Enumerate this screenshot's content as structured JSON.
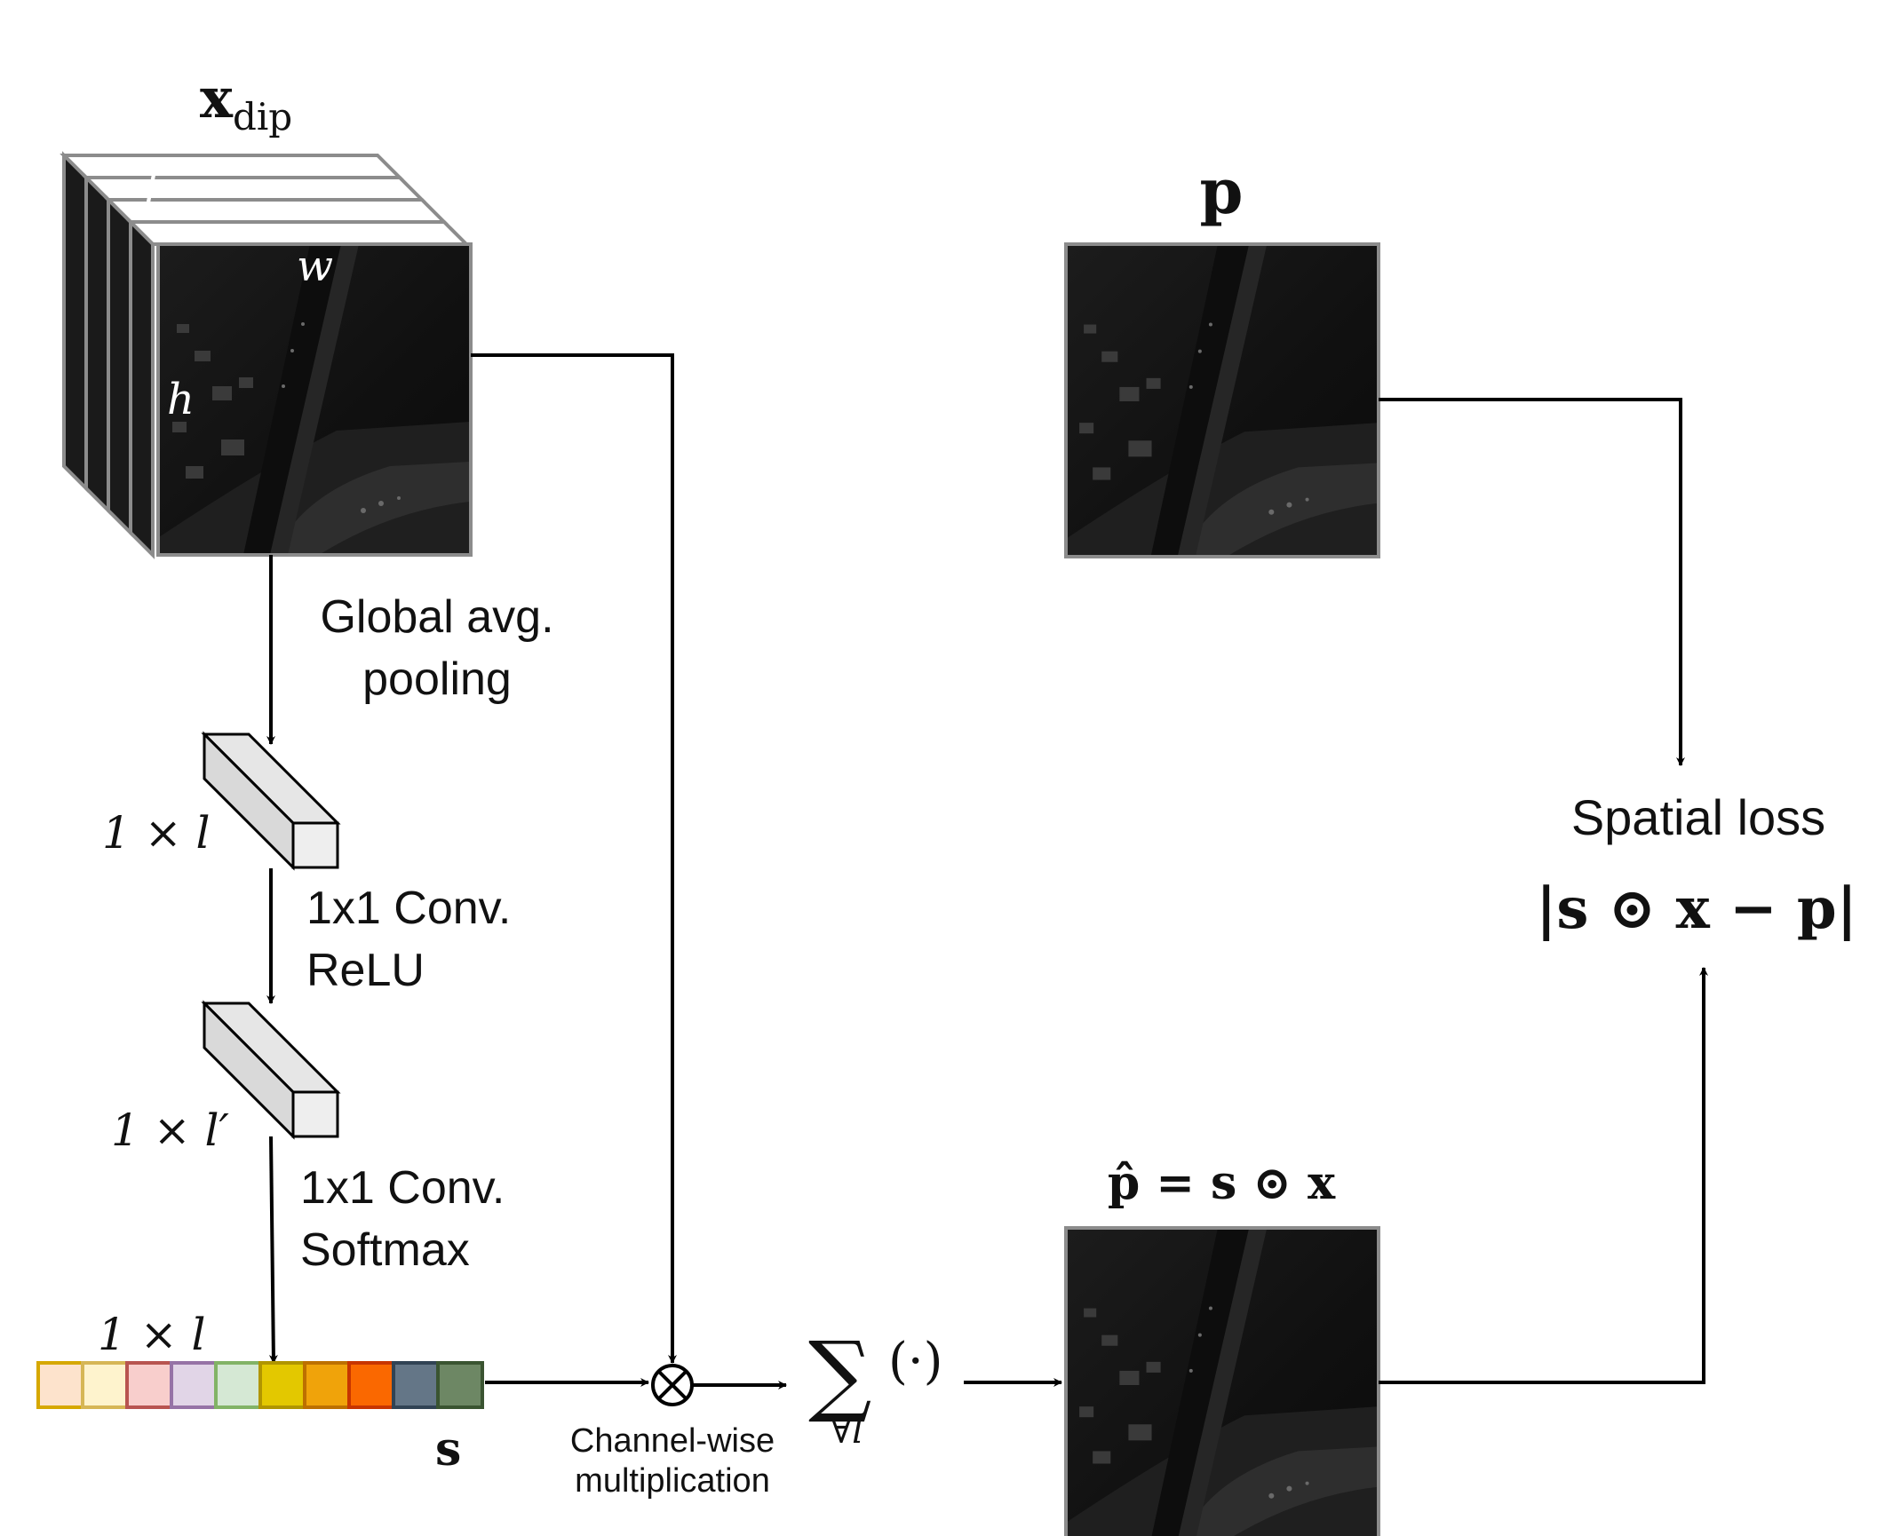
{
  "labels": {
    "xdip_main": "x",
    "xdip_sub": "dip",
    "dim_l": "l",
    "dim_w": "w",
    "dim_h": "h",
    "p": "p",
    "gap_line1": "Global avg.",
    "gap_line2": "pooling",
    "vec1_dim": "1 × l",
    "conv1_line1": "1x1 Conv.",
    "conv1_line2": "ReLU",
    "vec2_dim": "1 × l′",
    "conv2_line1": "1x1 Conv.",
    "conv2_line2": "Softmax",
    "weights_dim": "1 × l",
    "weights_s": "s",
    "mult_symbol": "⊗",
    "mult_line1": "Channel-wise",
    "mult_line2": "multiplication",
    "sum_symbol": "∑",
    "sum_arg": "(·)",
    "sum_sub": "∀l",
    "phat_formula": "p̂ = s ⊙ x",
    "loss_title": "Spatial loss",
    "loss_formula": "|s ⊙ x − p|"
  },
  "weight_cells": [
    {
      "fill": "#fde3cc",
      "stroke": "#d6a800"
    },
    {
      "fill": "#fef3cd",
      "stroke": "#d6b656"
    },
    {
      "fill": "#f8cecc",
      "stroke": "#b85450"
    },
    {
      "fill": "#e1d5e7",
      "stroke": "#9673a6"
    },
    {
      "fill": "#d5e8d4",
      "stroke": "#82b366"
    },
    {
      "fill": "#e3c800",
      "stroke": "#b09500"
    },
    {
      "fill": "#f0a30a",
      "stroke": "#bd7000"
    },
    {
      "fill": "#fa6800",
      "stroke": "#c73500"
    },
    {
      "fill": "#647687",
      "stroke": "#314354"
    },
    {
      "fill": "#6d8764",
      "stroke": "#3a5431"
    }
  ],
  "colors": {
    "line": "#000000",
    "image_frame": "#8c8c8c",
    "image_fill": "#121212",
    "block_fill": "#e6e6e6",
    "block_stroke": "#000000"
  }
}
